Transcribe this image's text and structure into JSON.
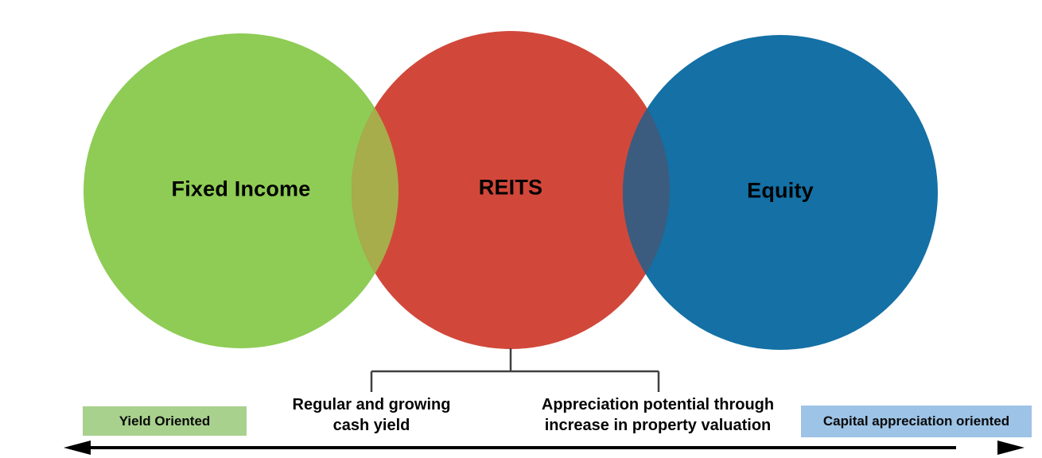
{
  "circles": [
    {
      "label": "Fixed Income",
      "color": "#8ECC55"
    },
    {
      "label": "REITS",
      "color": "#D1483A"
    },
    {
      "label": "Equity",
      "color": "#1470A5"
    }
  ],
  "overlaps": [
    {
      "name": "fixed-income-reits-overlap",
      "color": "#A7AD4B"
    },
    {
      "name": "reits-equity-overlap",
      "color": "#3B5C7E"
    }
  ],
  "callouts": [
    {
      "line1": "Regular and growing",
      "line2": "cash yield"
    },
    {
      "line1": "Appreciation potential through",
      "line2": "increase in property valuation"
    }
  ],
  "spectrum": {
    "left_label": "Yield Oriented",
    "right_label": "Capital appreciation oriented",
    "left_box_color": "#A9D18E",
    "right_box_color": "#9DC3E6",
    "arrow_color": "#000000"
  },
  "connector": {
    "color": "#404040"
  }
}
